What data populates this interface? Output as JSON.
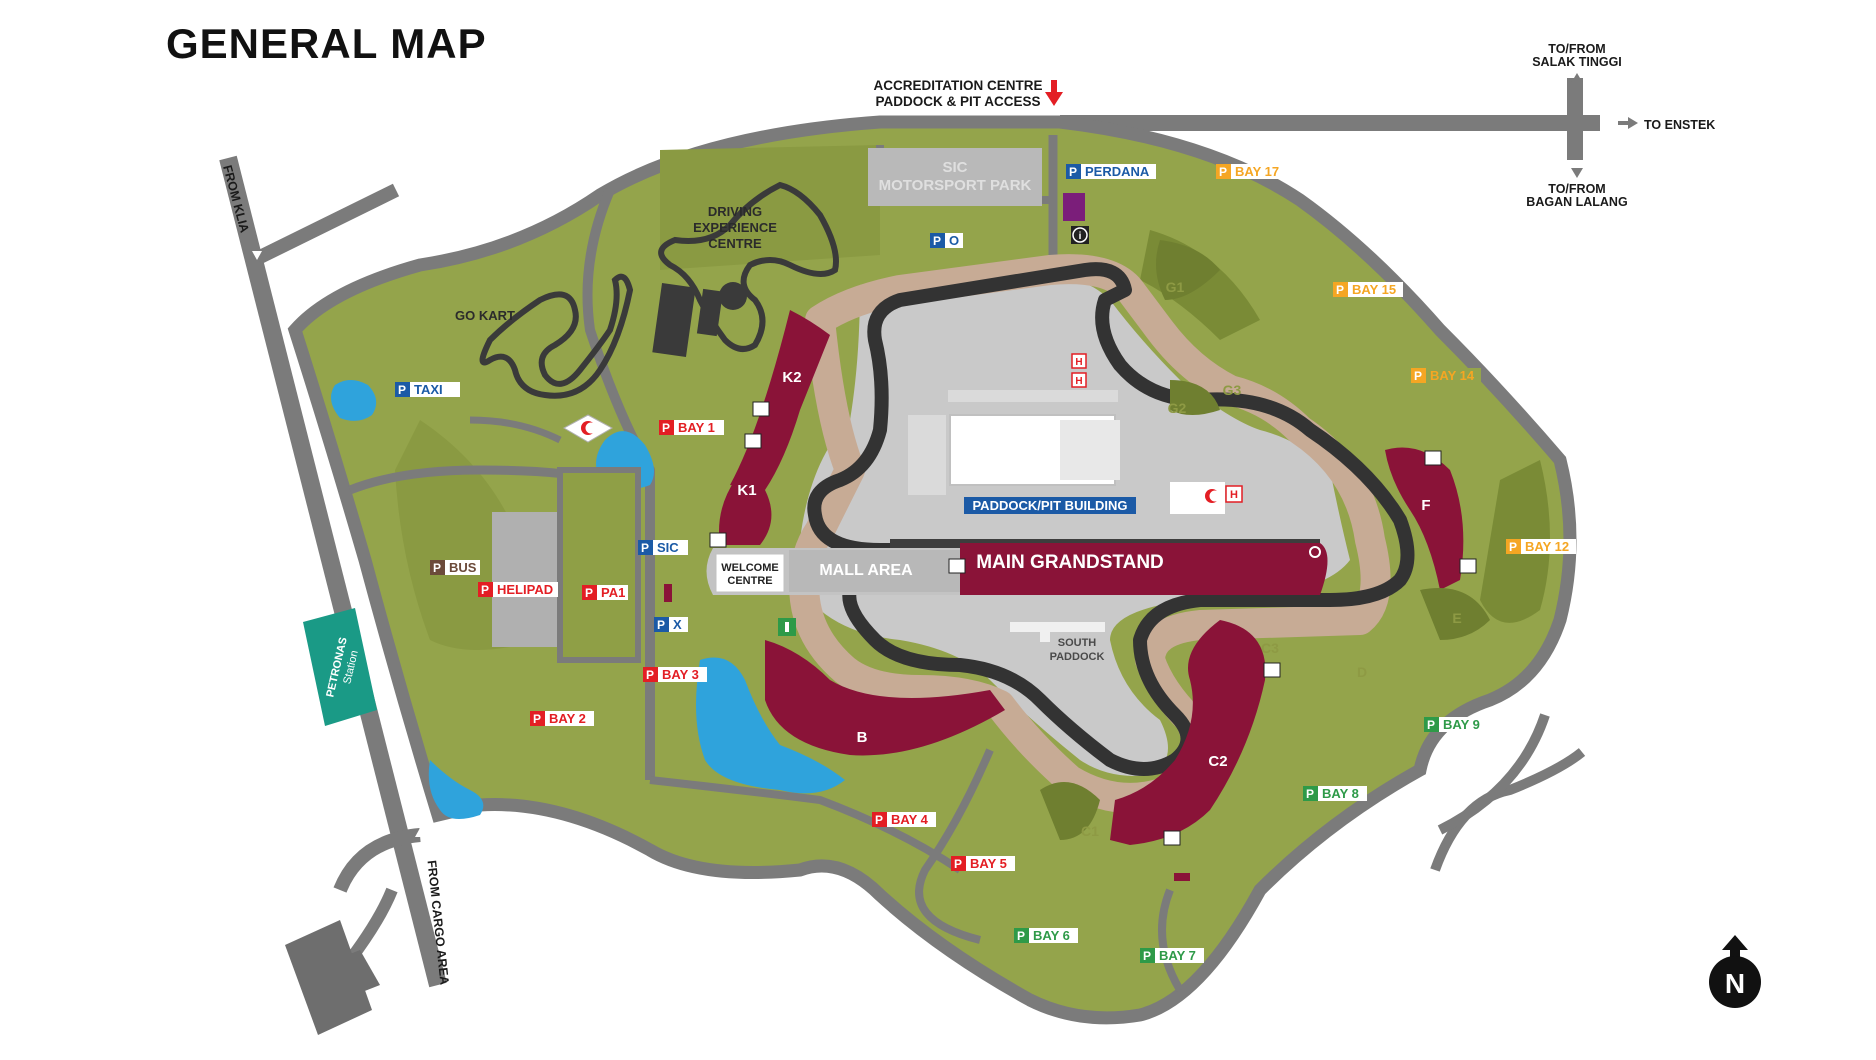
{
  "title": "GENERAL MAP",
  "colors": {
    "grass": "#93a34a",
    "grass_dark": "#7e8f3a",
    "road": "#7b7b7b",
    "track": "#333333",
    "runoff": "#c7ab95",
    "grandstand": "#8a1338",
    "water": "#2fa3dc",
    "parking_red": "#e31e24",
    "parking_blue": "#1b5aa6",
    "parking_orange": "#f5a623",
    "parking_green": "#2e9a48",
    "parking_brown": "#6b4a3a",
    "petronas": "#1a9a86"
  },
  "directions": {
    "accreditation_line1": "ACCREDITATION CENTRE",
    "accreditation_line2": "PADDOCK & PIT ACCESS",
    "salak_line1": "TO/FROM",
    "salak_line2": "SALAK TINGGI",
    "enstek": "TO ENSTEK",
    "bagan_line1": "TO/FROM",
    "bagan_line2": "BAGAN LALANG",
    "from_klia": "FROM KLIA",
    "from_cargo": "FROM CARGO AREA"
  },
  "facilities": {
    "driving_line1": "DRIVING",
    "driving_line2": "EXPERIENCE",
    "driving_line3": "CENTRE",
    "go_kart": "GO KART",
    "sic_line1": "SIC",
    "sic_line2": "MOTORSPORT PARK",
    "welcome_line1": "WELCOME",
    "welcome_line2": "CENTRE",
    "mall_area": "MALL AREA",
    "main_grandstand": "MAIN GRANDSTAND",
    "paddock_pit": "PADDOCK/PIT BUILDING",
    "south_line1": "SOUTH",
    "south_line2": "PADDOCK",
    "petronas_line1": "PETRONAS",
    "petronas_line2": "Station",
    "north": "N"
  },
  "stands": {
    "k2": "K2",
    "k1": "K1",
    "b": "B",
    "c2": "C2",
    "f": "F",
    "g1": "G1",
    "g2": "G2",
    "g3": "G3",
    "c3": "C3",
    "d": "D",
    "e": "E",
    "c1": "C1"
  },
  "parking": {
    "p_symbol": "P",
    "taxi": "TAXI",
    "bay1": "BAY 1",
    "bus": "BUS",
    "helipad": "HELIPAD",
    "pa1": "PA1",
    "sic": "SIC",
    "x": "X",
    "bay3": "BAY 3",
    "bay2": "BAY 2",
    "bay4": "BAY 4",
    "bay5": "BAY 5",
    "bay6": "BAY 6",
    "bay7": "BAY 7",
    "bay8": "BAY 8",
    "bay9": "BAY 9",
    "bay12": "BAY 12",
    "bay14": "BAY 14",
    "bay15": "BAY 15",
    "bay17": "BAY 17",
    "perdana": "PERDANA",
    "o": "O"
  },
  "icons": {
    "medical": "medical-crescent-icon",
    "helipad": "helipad-h-icon",
    "info": "info-icon",
    "exit": "emergency-exit-icon",
    "stand_access": "stand-access-icon",
    "north_arrow": "north-arrow-icon"
  },
  "misc": {
    "helipad_mark": "H",
    "info_mark": "i"
  }
}
